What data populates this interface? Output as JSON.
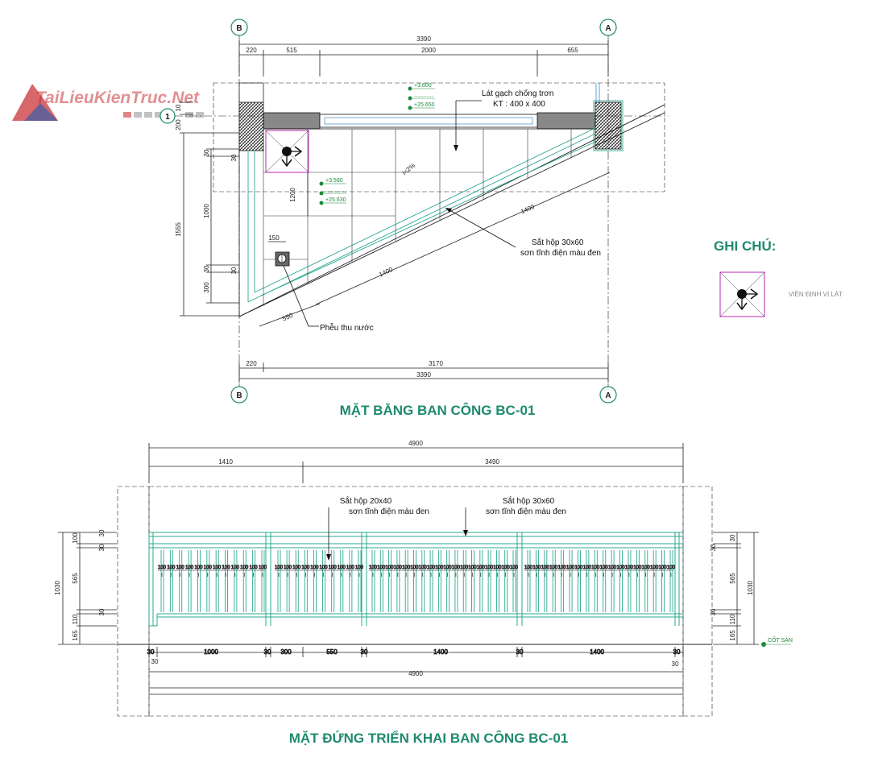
{
  "watermark": {
    "text": "TaiLieuKienTruc.Net"
  },
  "plan": {
    "title": "MẶT BẰNG BAN CÔNG BC-01",
    "grid_top_left": "B",
    "grid_top_right": "A",
    "grid_bottom_left": "B",
    "grid_bottom_right": "A",
    "grid_row": "1",
    "dims_top_total": "3390",
    "dims_top_segments": [
      "220",
      "515",
      "2000",
      "655"
    ],
    "dims_bottom_segments": [
      "220",
      "3170"
    ],
    "dims_bottom_total": "3390",
    "dims_left_outer": "1555",
    "dims_left_inner": [
      "30",
      "1000",
      "30",
      "300"
    ],
    "dims_left_top": [
      "200",
      "10"
    ],
    "dims_left_small": [
      "30",
      "30"
    ],
    "dim_1200": "1200",
    "dim_150": "150",
    "dim_1400_a": "1400",
    "dim_1400_b": "1400",
    "dim_550": "550",
    "slope": "i=2%",
    "elev_top": [
      "+3.600",
      "............",
      "+25.650"
    ],
    "elev_mid": [
      "+3.580",
      "............",
      "+25.630"
    ],
    "note_tile": [
      "Lát gạch chống trơn",
      "KT : 400 x 400"
    ],
    "note_rail": [
      "Sắt hộp 30x60",
      "sơn tĩnh điện màu đen"
    ],
    "note_drain": "Phễu thu nước"
  },
  "legend": {
    "title": "GHI CHÚ:",
    "item": "VIÊN ĐỊNH VỊ LÁT"
  },
  "elevation": {
    "title": "MẶT ĐỨNG TRIỂN KHAI BAN CÔNG BC-01",
    "dims_top_total": "4900",
    "dims_top_segments": [
      "1410",
      "3490"
    ],
    "note_left": [
      "Sắt hộp 20x40",
      "sơn tĩnh điện màu đen"
    ],
    "note_right": [
      "Sắt hộp 30x60",
      "sơn tĩnh điện màu đen"
    ],
    "dims_side_total": "1030",
    "dims_side_segments": [
      "100",
      "30",
      "565",
      "30",
      "110",
      "165"
    ],
    "dims_side_right": [
      "30",
      "30",
      "565",
      "30",
      "110",
      "165"
    ],
    "dims_side_right_total": "1030",
    "baluster_label": "100",
    "dims_bottom_segments": [
      "30",
      "1000",
      "30",
      "300",
      "550",
      "30",
      "1400",
      "30",
      "1400",
      "30"
    ],
    "dims_bottom_small": [
      "30",
      "30"
    ],
    "dims_bottom_total": "4900",
    "floor_label": "CỐT SÀN"
  }
}
